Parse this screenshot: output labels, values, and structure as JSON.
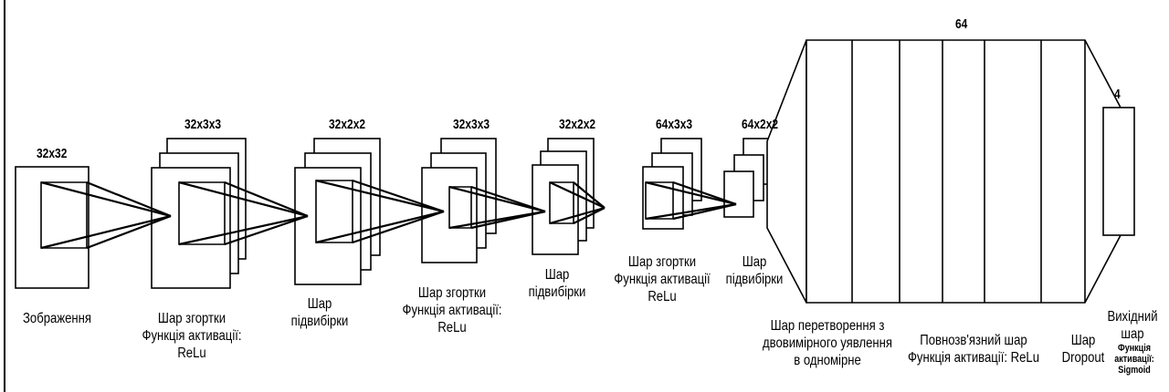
{
  "dims": {
    "input": "32x32",
    "conv1": "32x3x3",
    "pool1": "32x2x2",
    "conv2": "32x3x3",
    "pool2": "32x2x2",
    "conv3": "64x3x3",
    "pool3": "64x2x2",
    "dense": "64",
    "output": "4"
  },
  "labels": {
    "input": "Зображення",
    "conv1": [
      "Шар згортки",
      "Функція активації:",
      "ReLu"
    ],
    "pool1": [
      "Шар",
      "підвибірки"
    ],
    "conv2": [
      "Шар згортки",
      "Функція активації:",
      "ReLu"
    ],
    "pool2": [
      "Шар",
      "підвибірки"
    ],
    "conv3": [
      "Шар згортки",
      "Функція активації",
      "ReLu"
    ],
    "pool3": [
      "Шар",
      "підвибірки"
    ],
    "flatten": [
      "Шар перетворення з",
      "двовимірного уявлення",
      "в одномірне"
    ],
    "dense": [
      "Повнозв'язний шар",
      "Функція активації: ReLu"
    ],
    "dropout": [
      "Шар",
      "Dropout"
    ],
    "output_main": [
      "Вихідний",
      "шар"
    ],
    "output_act": [
      "Функція",
      "активації:",
      "Sigmoid"
    ]
  }
}
